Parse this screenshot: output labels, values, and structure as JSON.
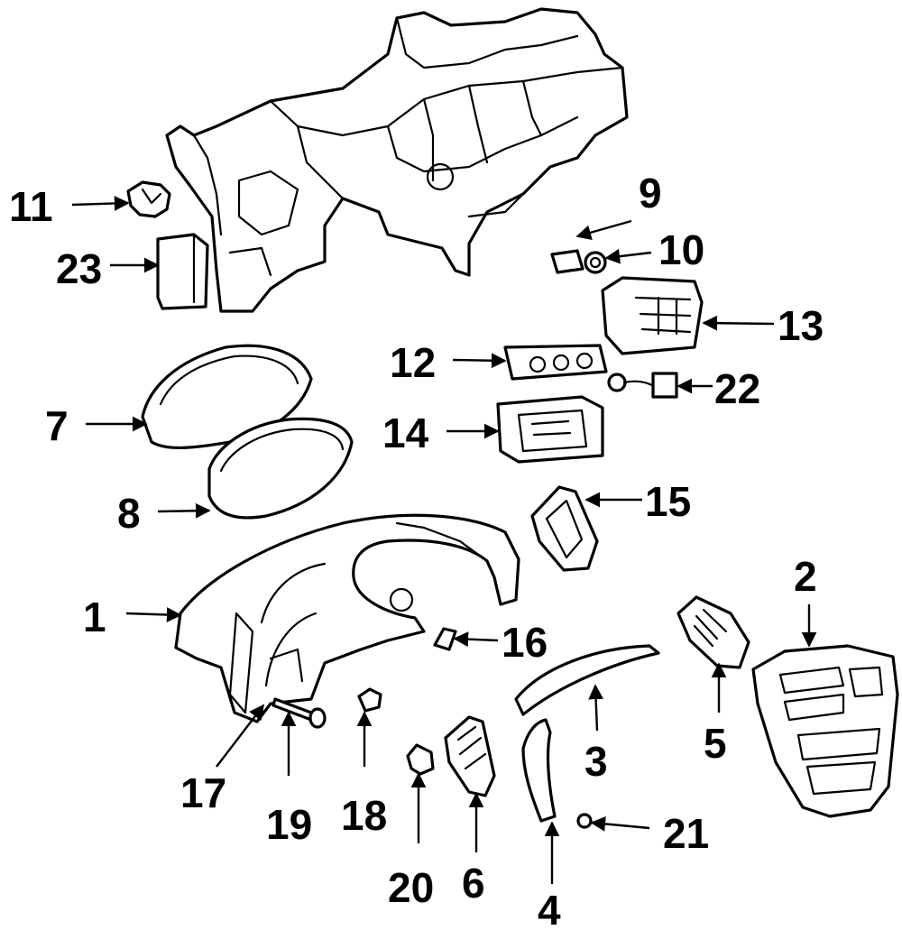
{
  "colors": {
    "line": "#000000",
    "background": "#ffffff"
  },
  "callouts": [
    {
      "id": "1",
      "label": "1"
    },
    {
      "id": "2",
      "label": "2"
    },
    {
      "id": "3",
      "label": "3"
    },
    {
      "id": "4",
      "label": "4"
    },
    {
      "id": "5",
      "label": "5"
    },
    {
      "id": "6",
      "label": "6"
    },
    {
      "id": "7",
      "label": "7"
    },
    {
      "id": "8",
      "label": "8"
    },
    {
      "id": "9",
      "label": "9"
    },
    {
      "id": "10",
      "label": "10"
    },
    {
      "id": "11",
      "label": "11"
    },
    {
      "id": "12",
      "label": "12"
    },
    {
      "id": "13",
      "label": "13"
    },
    {
      "id": "14",
      "label": "14"
    },
    {
      "id": "15",
      "label": "15"
    },
    {
      "id": "16",
      "label": "16"
    },
    {
      "id": "17",
      "label": "17"
    },
    {
      "id": "18",
      "label": "18"
    },
    {
      "id": "19",
      "label": "19"
    },
    {
      "id": "20",
      "label": "20"
    },
    {
      "id": "21",
      "label": "21"
    },
    {
      "id": "22",
      "label": "22"
    },
    {
      "id": "23",
      "label": "23"
    }
  ]
}
